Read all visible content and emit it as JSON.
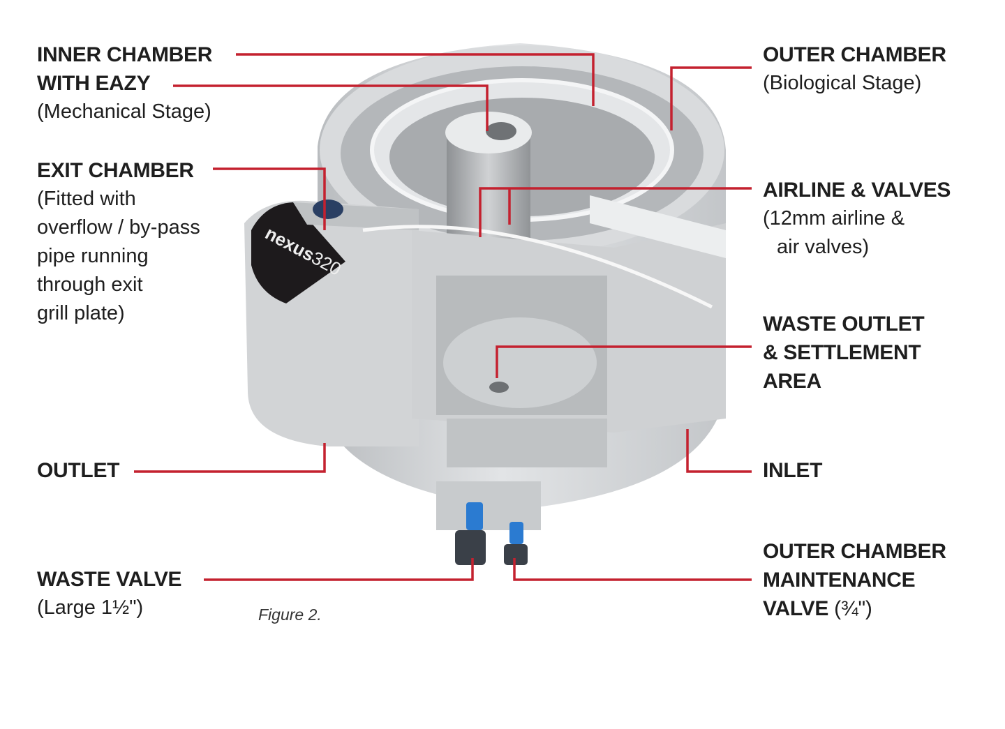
{
  "figure_caption": "Figure 2.",
  "product_logo": "nexus320",
  "colors": {
    "leader_line": "#c4212f",
    "text": "#1e1e1e",
    "body": "#d4d6d8"
  },
  "labels": {
    "inner_chamber": {
      "line1": "INNER CHAMBER",
      "line2": "WITH EAZY",
      "sub": "(Mechanical Stage)"
    },
    "exit_chamber": {
      "title": "EXIT CHAMBER",
      "sub": [
        "(Fitted with",
        "overflow / by-pass",
        "pipe running",
        "through exit",
        "grill plate)"
      ]
    },
    "outlet": {
      "title": "OUTLET"
    },
    "waste_valve": {
      "title": "WASTE VALVE",
      "sub": "(Large 1½\")"
    },
    "outer_chamber": {
      "title": "OUTER CHAMBER",
      "sub": "(Biological Stage)"
    },
    "airline": {
      "title": "AIRLINE & VALVES",
      "sub": [
        "(12mm airline &",
        "  air valves)"
      ]
    },
    "waste_outlet": {
      "title": [
        "WASTE OUTLET",
        "& SETTLEMENT",
        "AREA"
      ]
    },
    "inlet": {
      "title": "INLET"
    },
    "maintenance": {
      "title": [
        "OUTER CHAMBER",
        "MAINTENANCE"
      ],
      "line3_bold": "VALVE",
      "line3_rest": " (¾\")"
    }
  }
}
